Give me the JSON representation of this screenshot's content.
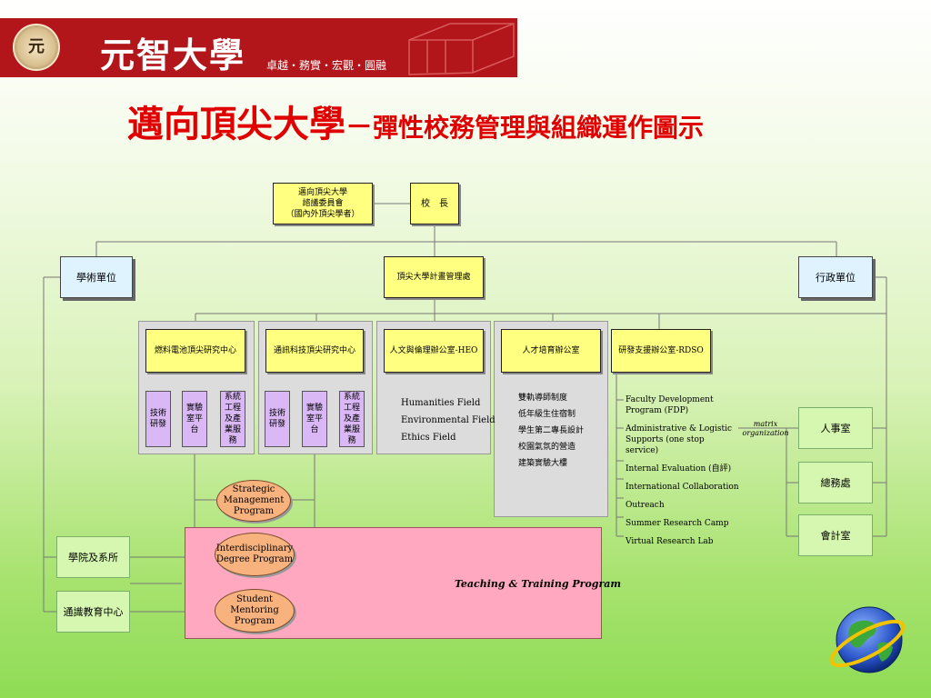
{
  "header": {
    "logo_text": "元智大學",
    "motto": "卓越・務實・宏觀・圓融",
    "seal_glyph": "元"
  },
  "title": {
    "main": "邁向頂尖大學",
    "separator": "－",
    "sub": "彈性校務管理與組織運作圖示"
  },
  "top": {
    "committee": [
      "邁向頂尖大學",
      "諮議委員會",
      "（國內外頂尖學者）"
    ],
    "president": "校　長"
  },
  "level2": {
    "academic": "學術單位",
    "office": "頂尖大學計畫管理處",
    "admin": "行政單位"
  },
  "centers": [
    {
      "label": "燃料電池頂尖研究中心",
      "subs": [
        "技術研發",
        "實驗室平台",
        "系統工程及產業服務"
      ]
    },
    {
      "label": "通訊科技頂尖研究中心",
      "subs": [
        "技術研發",
        "實驗室平台",
        "系統工程及產業服務"
      ]
    }
  ],
  "heo": {
    "label": "人文與倫理辦公室-HEO",
    "items": [
      "Humanities Field",
      "Environmental Field",
      "Ethics Field"
    ]
  },
  "talent": {
    "label": "人才培育辦公室",
    "items": [
      "雙軌導師制度",
      "低年級生住宿制",
      "學生第二專長設計",
      "校園氣氛的營造",
      "建築實驗大樓"
    ]
  },
  "rdso": {
    "label": "研發支援辦公室-RDSO",
    "items": [
      "Faculty Development Program (FDP)",
      "Administrative & Logistic Supports (one stop service)",
      "Internal Evaluation (自評)",
      "International Collaboration",
      "Outreach",
      "Summer Research Camp",
      "Virtual Research Lab"
    ]
  },
  "matrix_label": "matrix organization",
  "admin_units": [
    "人事室",
    "總務處",
    "會計室"
  ],
  "colleges": [
    "學院及系所",
    "通識教育中心"
  ],
  "programs": [
    "Strategic Management Program",
    "Interdisciplinary Degree Program",
    "Student Mentoring Program"
  ],
  "teaching_label": "Teaching & Training Program",
  "icons": {
    "seal": "university-seal-icon",
    "globe": "globe-icon"
  },
  "colors": {
    "banner": "#b2161b",
    "title": "#e00000",
    "box_yellow": "#ffff80",
    "box_blue": "#dff3ff",
    "box_purple": "#d9b8f5",
    "box_green": "#d6f7b0",
    "oval": "#f7b27e",
    "pink": "#ffa8c0"
  }
}
